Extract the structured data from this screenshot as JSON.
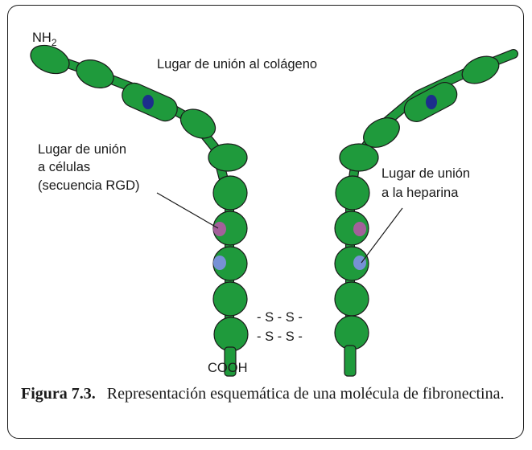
{
  "colors": {
    "molecule": "#1f9a3c",
    "outline": "#1a1a1a",
    "collagen_site": "#1c2e8c",
    "cell_site": "#a3609a",
    "heparin_site": "#7791d6"
  },
  "labels": {
    "n_terminus": "NH",
    "n_terminus_sub": "2",
    "collagen_site": "Lugar de unión al colágeno",
    "cell_site_line1": "Lugar de unión",
    "cell_site_line2": "a células",
    "cell_site_line3": "(secuencia RGD)",
    "heparin_site_line1": "Lugar de unión",
    "heparin_site_line2": "a la heparina",
    "disulfide_line1": "- S - S -",
    "disulfide_line2": "- S - S -",
    "c_terminus": "COOH"
  },
  "caption": {
    "figure_number": "Figura 7.3.",
    "text": "Representación esquemática de una molécula de fibronectina."
  }
}
